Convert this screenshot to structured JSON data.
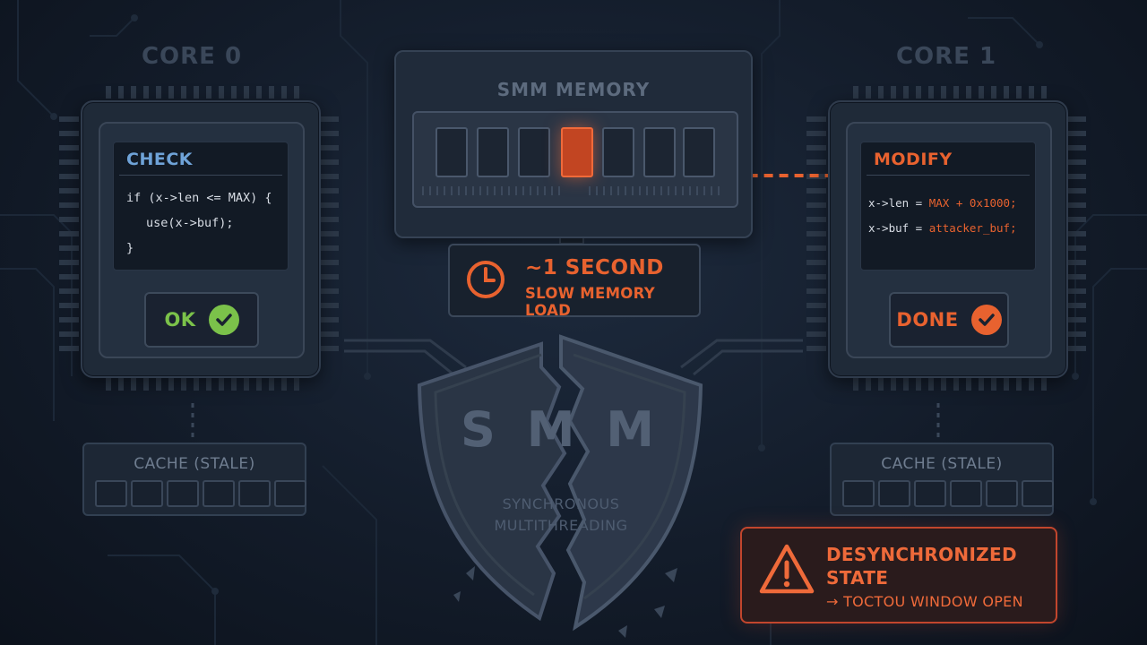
{
  "cores": [
    {
      "title": "CORE 0",
      "panel_title": "CHECK",
      "code": [
        "if (x->len <= MAX) {",
        "use(x->buf);",
        "}"
      ],
      "status": "OK",
      "cache": "CACHE (STALE)"
    },
    {
      "title": "CORE 1",
      "panel_title": "MODIFY",
      "code_a_left": "x->len = ",
      "code_a_right": "MAX + 0x1000;",
      "code_b_left": "x->buf = ",
      "code_b_right": "attacker_buf;",
      "status": "DONE",
      "cache": "CACHE (STALE)"
    }
  ],
  "memory": {
    "title": "SMM MEMORY"
  },
  "timer": {
    "main": "~1 SECOND",
    "sub": "SLOW MEMORY LOAD",
    "icon": "clock-icon"
  },
  "shield": {
    "acronym": "S M M",
    "line1": "SYNCHRONOUS",
    "line2": "MULTITHREADING"
  },
  "alert": {
    "line1": "DESYNCHRONIZED",
    "line2": "STATE",
    "sub": "→ TOCTOU WINDOW OPEN",
    "icon": "warning-icon"
  },
  "colors": {
    "accent_orange": "#e8622f",
    "ok_green": "#7bc24a",
    "check_blue": "#6fa3d8"
  }
}
